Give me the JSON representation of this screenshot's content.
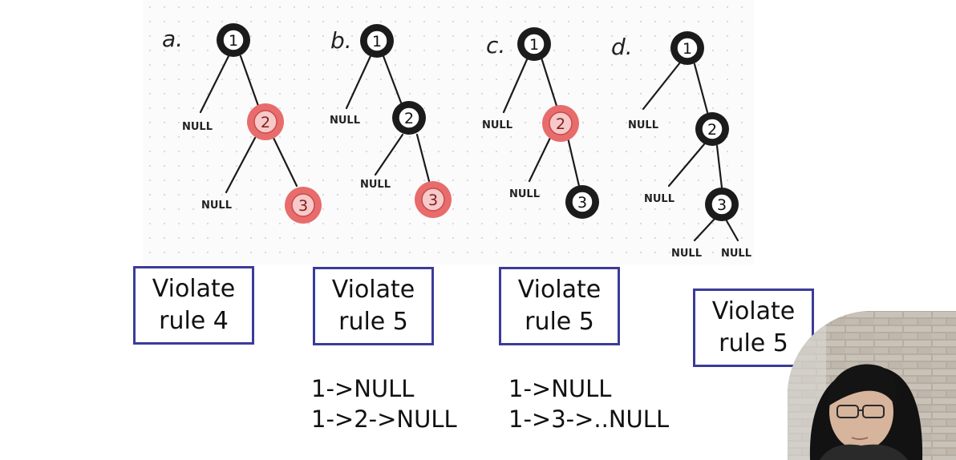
{
  "colors": {
    "black_node": "#1b1b1b",
    "red_node": "#e86c6c",
    "box_border": "#3b3b9a"
  },
  "trees": [
    {
      "label": "a.",
      "null_labels": [
        "NULL",
        "NULL"
      ],
      "nodes": [
        {
          "value": "1",
          "color": "black"
        },
        {
          "value": "2",
          "color": "red"
        },
        {
          "value": "3",
          "color": "red"
        }
      ]
    },
    {
      "label": "b.",
      "null_labels": [
        "NULL",
        "NULL"
      ],
      "nodes": [
        {
          "value": "1",
          "color": "black"
        },
        {
          "value": "2",
          "color": "black"
        },
        {
          "value": "3",
          "color": "red"
        }
      ]
    },
    {
      "label": "c.",
      "null_labels": [
        "NULL",
        "NULL"
      ],
      "nodes": [
        {
          "value": "1",
          "color": "black"
        },
        {
          "value": "2",
          "color": "red"
        },
        {
          "value": "3",
          "color": "black"
        }
      ]
    },
    {
      "label": "d.",
      "null_labels": [
        "NULL",
        "NULL",
        "NULL",
        "NULL"
      ],
      "nodes": [
        {
          "value": "1",
          "color": "black"
        },
        {
          "value": "2",
          "color": "black"
        },
        {
          "value": "3",
          "color": "black"
        }
      ]
    }
  ],
  "verdicts": [
    {
      "line1": "Violate",
      "line2": "rule 4"
    },
    {
      "line1": "Violate",
      "line2": "rule 5"
    },
    {
      "line1": "Violate",
      "line2": "rule 5"
    },
    {
      "line1": "Violate",
      "line2": "rule 5"
    }
  ],
  "paths": [
    {
      "line1": "1->NULL",
      "line2": "1->2->NULL"
    },
    {
      "line1": "1->NULL",
      "line2": "1->3->..NULL"
    }
  ]
}
